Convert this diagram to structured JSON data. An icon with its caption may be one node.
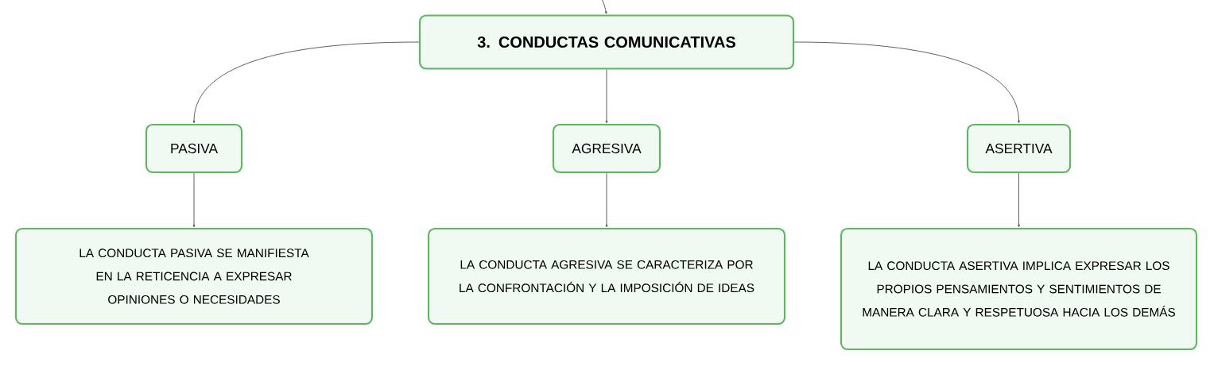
{
  "diagram": {
    "nodes": [
      {
        "text": [
          "3. CONDUCTAS COMUNICATIVAS"
        ]
      },
      {
        "text": [
          "PASIVA"
        ]
      },
      {
        "text": [
          "AGRESIVA"
        ]
      },
      {
        "text": [
          "ASERTIVA"
        ]
      },
      {
        "text": [
          "LA CONDUCTA PASIVA SE MANIFIESTA EN LA RETICENCIA A EXPRESAR OPINIONES O NECESIDADES"
        ]
      },
      {
        "text": [
          "LA CONDUCTA AGRESIVA SE CARACTERIZA POR LA CONFRONTACIÓN Y LA IMPOSICIÓN DE IDEAS"
        ]
      },
      {
        "text": [
          "LA CONDUCTA ASERTIVA IMPLICA EXPRESAR LOS PROPIOS PENSAMIENTOS Y SENTIMIENTOS DE MANERA CLARA Y RESPETUOSA HACIA LOS DEMÁS"
        ]
      }
    ],
    "edges": [
      {
        "from": null,
        "to": 0,
        "arrow": "to"
      },
      {
        "from": 0,
        "to": 1,
        "arrow": "to"
      },
      {
        "from": 0,
        "to": 2,
        "arrow": "to"
      },
      {
        "from": 0,
        "to": 3,
        "arrow": "to"
      },
      {
        "from": 1,
        "to": 4,
        "arrow": "to"
      },
      {
        "from": 2,
        "to": 5,
        "arrow": "to"
      },
      {
        "from": 3,
        "to": 6,
        "arrow": "to"
      }
    ]
  }
}
